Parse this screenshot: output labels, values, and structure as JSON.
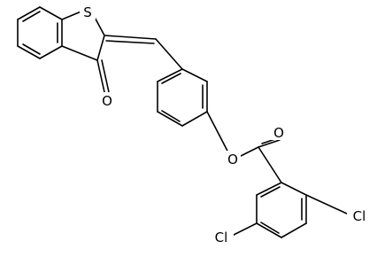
{
  "molecule": {
    "atoms": {
      "S": "S",
      "O_ketone": "O",
      "O_ester_carbonyl": "O",
      "O_ester_link": "O",
      "Cl_ortho": "Cl",
      "Cl_meta": "Cl"
    }
  }
}
